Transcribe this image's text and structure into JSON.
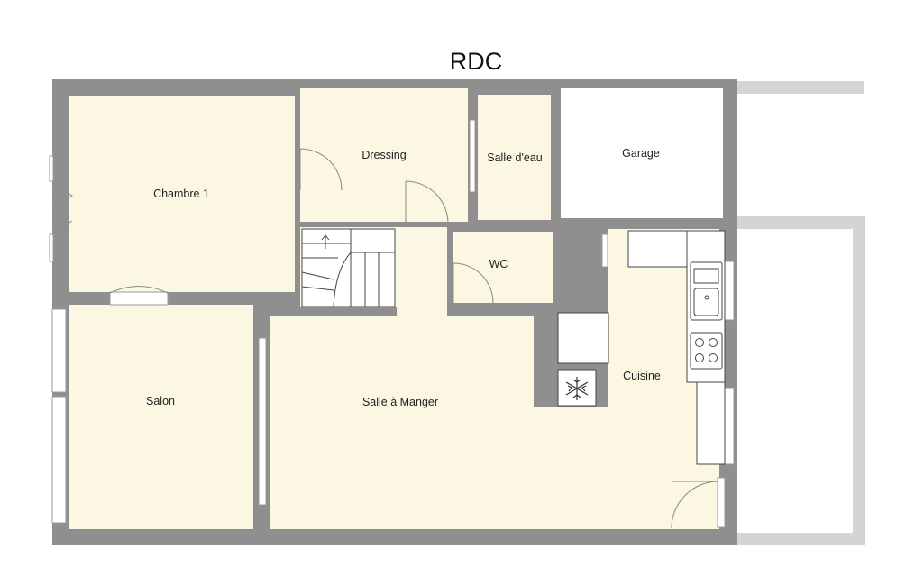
{
  "plan": {
    "title": "RDC",
    "colors": {
      "wall": "#8f8f90",
      "floor": "#fbf7e2",
      "outdoor_wall": "#d4d4d4",
      "fixture_line": "#555555"
    },
    "rooms": {
      "chambre1": "Chambre 1",
      "dressing": "Dressing",
      "salle_deau": "Salle d'eau",
      "garage": "Garage",
      "wc": "WC",
      "salon": "Salon",
      "salle_a_manger": "Salle à Manger",
      "cuisine": "Cuisine"
    },
    "icons": {
      "freezer": "snowflake-icon",
      "sink": "sink-icon",
      "cooktop": "cooktop-icon",
      "stairs": "staircase-icon"
    }
  }
}
